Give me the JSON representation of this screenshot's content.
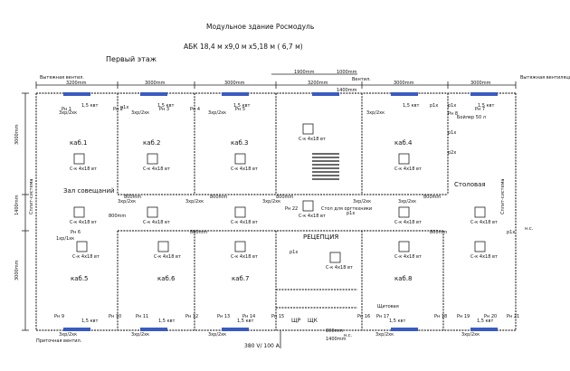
{
  "header": {
    "title": "Модульное здание Росмодуль",
    "subtitle": "АБК  18,4 м х9,0 м х5,18 м ( 6,7 м)",
    "floor": "Первый этаж"
  },
  "dimensions": {
    "top": [
      "3200mm",
      "3000mm",
      "3000mm",
      "3200mm",
      "3000mm",
      "3000mm"
    ],
    "top_upper": [
      "1900mm",
      "1000mm"
    ],
    "top_mid": "1400mm",
    "left": [
      "3000mm",
      "1400mm",
      "3000mm"
    ],
    "doors": [
      "800mm",
      "800mm",
      "800mm",
      "800mm",
      "800mm",
      "800mm",
      "800mm",
      "800mm"
    ],
    "entrance": "1400mm"
  },
  "rooms": [
    {
      "key": "kab1",
      "label": "каб.1"
    },
    {
      "key": "kab2",
      "label": "каб.2"
    },
    {
      "key": "kab3",
      "label": "каб.3"
    },
    {
      "key": "kab4",
      "label": "каб.4"
    },
    {
      "key": "hall",
      "label": "Зал совещаний"
    },
    {
      "key": "canteen",
      "label": "Столовая"
    },
    {
      "key": "kab5",
      "label": "каб.5"
    },
    {
      "key": "kab6",
      "label": "каб.6"
    },
    {
      "key": "kab7",
      "label": "каб.7"
    },
    {
      "key": "kab8",
      "label": "каб.8"
    },
    {
      "key": "reception",
      "label": "РЕЦЕПЦИЯ"
    },
    {
      "key": "desk",
      "label": "Стол для оргтехники"
    }
  ],
  "annotations": {
    "exhaust": "Вытяжная вентил.",
    "exhaust_right": "Вытяжная вентиляция",
    "supply": "Приточная вентил.",
    "vent": "Вентил.",
    "split": "Сплит-система",
    "boiler": "Бойлер 50 л",
    "shield": "Щитовая",
    "power": "380 V/ 100 A",
    "shk": "ЩК",
    "shr": "ЩР",
    "ns": "н.с."
  },
  "fixtures": {
    "light": "С-к 4х18 вт",
    "socket": "3хр/2хк",
    "heater": "1,5 квт",
    "switch": "р1х",
    "switch2": "р2х",
    "socket2": "1хр/1хк"
  },
  "heaters": [
    "Рн 1",
    "Рн 2",
    "Рн 3",
    "Рн 4",
    "Рн 5",
    "Рн 6",
    "Рн 7",
    "Рн 8",
    "Рн 9",
    "Рн 10",
    "Рн 11",
    "Рн 12",
    "Рн 13",
    "Рн 14",
    "Рн 15",
    "Рн 16",
    "Рн 17",
    "Рн 18",
    "Рн 19",
    "Рн 20",
    "Рн 21",
    "Рн 22"
  ]
}
